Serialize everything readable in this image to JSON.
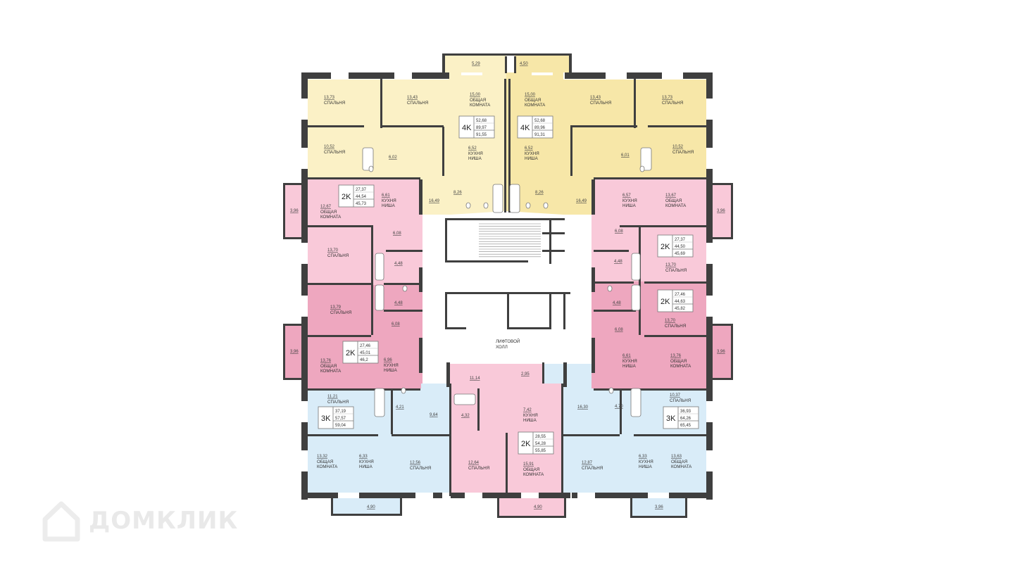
{
  "colors": {
    "yellow_4k": "#fbf1c6",
    "yellow_4k_dark": "#f7e7a8",
    "pink_2k": "#f9c9d9",
    "pink_2k_dark": "#eea7bf",
    "blue_3k": "#d9ecf8",
    "wall": "#3f3f3f"
  },
  "apartments": [
    {
      "type": "4K",
      "areas": [
        "52,68",
        "89,97",
        "91,55"
      ]
    },
    {
      "type": "4K",
      "areas": [
        "52,68",
        "89,96",
        "91,31"
      ]
    },
    {
      "type": "2K",
      "areas": [
        "27,37",
        "44,54",
        "45,73"
      ]
    },
    {
      "type": "2K",
      "areas": [
        "27,37",
        "44,50",
        "45,69"
      ]
    },
    {
      "type": "2K",
      "areas": [
        "27,46",
        "44,63",
        "45,82"
      ]
    },
    {
      "type": "2K",
      "areas": [
        "27,46",
        "45,01",
        "46,2"
      ]
    },
    {
      "type": "3K",
      "areas": [
        "37,19",
        "57,57",
        "59,04"
      ]
    },
    {
      "type": "3K",
      "areas": [
        "36,93",
        "64,26",
        "65,45"
      ]
    },
    {
      "type": "2K",
      "areas": [
        "28,55",
        "54,28",
        "55,85"
      ]
    }
  ],
  "rooms": [
    {
      "area": "13,73",
      "name": [
        "СПАЛЬНЯ"
      ]
    },
    {
      "area": "13,43",
      "name": [
        "СПАЛЬНЯ"
      ]
    },
    {
      "area": "15,00",
      "name": [
        "ОБЩАЯ",
        "КОМНАТА"
      ]
    },
    {
      "area": "15,00",
      "name": [
        "ОБЩАЯ",
        "КОМНАТА"
      ]
    },
    {
      "area": "13,43",
      "name": [
        "СПАЛЬНЯ"
      ]
    },
    {
      "area": "13,73",
      "name": [
        "СПАЛЬНЯ"
      ]
    },
    {
      "area": "10,52",
      "name": [
        "СПАЛЬНЯ"
      ]
    },
    {
      "area": "6,02",
      "name": []
    },
    {
      "area": "6,52",
      "name": [
        "КУХНЯ",
        "НИША"
      ]
    },
    {
      "area": "6,52",
      "name": [
        "КУХНЯ",
        "НИША"
      ]
    },
    {
      "area": "6,01",
      "name": []
    },
    {
      "area": "10,52",
      "name": [
        "СПАЛЬНЯ"
      ]
    },
    {
      "area": "8,26",
      "name": []
    },
    {
      "area": "8,26",
      "name": []
    },
    {
      "area": "16,49",
      "name": []
    },
    {
      "area": "16,49",
      "name": []
    },
    {
      "area": "5,29",
      "name": []
    },
    {
      "area": "4,50",
      "name": []
    },
    {
      "area": "12,67",
      "name": [
        "ОБЩАЯ",
        "КОМНАТА"
      ]
    },
    {
      "area": "6,61",
      "name": [
        "КУХНЯ",
        "НИША"
      ]
    },
    {
      "area": "6,57",
      "name": [
        "КУХНЯ",
        "НИША"
      ]
    },
    {
      "area": "13,67",
      "name": [
        "ОБЩАЯ",
        "КОМНАТА"
      ]
    },
    {
      "area": "3,96",
      "name": []
    },
    {
      "area": "3,96",
      "name": []
    },
    {
      "area": "6,08",
      "name": []
    },
    {
      "area": "6,08",
      "name": []
    },
    {
      "area": "13,70",
      "name": [
        "СПАЛЬНЯ"
      ]
    },
    {
      "area": "13,70",
      "name": [
        "СПАЛЬНЯ"
      ]
    },
    {
      "area": "4,48",
      "name": []
    },
    {
      "area": "4,48",
      "name": []
    },
    {
      "area": "4,48",
      "name": []
    },
    {
      "area": "4,48",
      "name": []
    },
    {
      "area": "13,79",
      "name": [
        "СПАЛЬНЯ"
      ]
    },
    {
      "area": "13,70",
      "name": [
        "СПАЛЬНЯ"
      ]
    },
    {
      "area": "6,08",
      "name": []
    },
    {
      "area": "6,08",
      "name": []
    },
    {
      "area": "3,96",
      "name": []
    },
    {
      "area": "3,96",
      "name": []
    },
    {
      "area": "13,76",
      "name": [
        "ОБЩАЯ",
        "КОМНАТА"
      ]
    },
    {
      "area": "6,96",
      "name": [
        "КУХНЯ",
        "НИША"
      ]
    },
    {
      "area": "6,61",
      "name": [
        "КУХНЯ",
        "НИША"
      ]
    },
    {
      "area": "13,76",
      "name": [
        "ОБЩАЯ",
        "КОМНАТА"
      ]
    },
    {
      "area": "11,21",
      "name": [
        "СПАЛЬНЯ"
      ]
    },
    {
      "area": "4,21",
      "name": []
    },
    {
      "area": "9,64",
      "name": []
    },
    {
      "area": "11,14",
      "name": []
    },
    {
      "area": "2,95",
      "name": []
    },
    {
      "area": "4,32",
      "name": []
    },
    {
      "area": "7,42",
      "name": [
        "КУХНЯ",
        "НИША"
      ]
    },
    {
      "area": "16,30",
      "name": []
    },
    {
      "area": "4,70",
      "name": []
    },
    {
      "area": "10,37",
      "name": [
        "СПАЛЬНЯ"
      ]
    },
    {
      "area": "13,32",
      "name": [
        "ОБЩАЯ",
        "КОМНАТА"
      ]
    },
    {
      "area": "6,33",
      "name": [
        "КУХНЯ",
        "НИША"
      ]
    },
    {
      "area": "12,56",
      "name": [
        "СПАЛЬНЯ"
      ]
    },
    {
      "area": "12,64",
      "name": [
        "СПАЛЬНЯ"
      ]
    },
    {
      "area": "15,91",
      "name": [
        "ОБЩАЯ",
        "КОМНАТА"
      ]
    },
    {
      "area": "12,87",
      "name": [
        "СПАЛЬНЯ"
      ]
    },
    {
      "area": "6,33",
      "name": [
        "КУХНЯ",
        "НИША"
      ]
    },
    {
      "area": "13,63",
      "name": [
        "ОБЩАЯ",
        "КОМНАТА"
      ]
    },
    {
      "area": "4,90",
      "name": []
    },
    {
      "area": "4,90",
      "name": []
    },
    {
      "area": "3,96",
      "name": []
    }
  ],
  "hall": [
    "ЛИФТОВОЙ",
    "ХОЛЛ"
  ],
  "watermark": {
    "text": "ДОМКЛИК",
    "icon": "house-logo-icon"
  }
}
